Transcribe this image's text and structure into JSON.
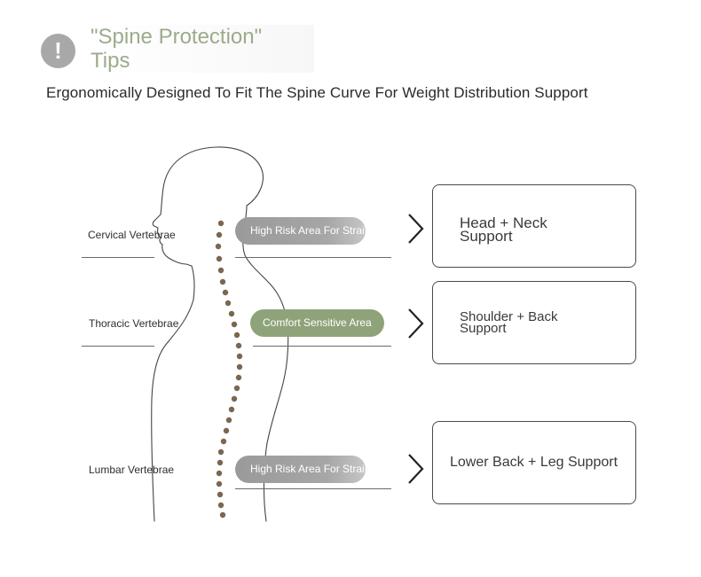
{
  "header": {
    "title_line1": "\"Spine Protection\"",
    "title_line2": "Tips",
    "subtitle": "Ergonomically Designed To Fit The Spine Curve For Weight Distribution Support",
    "icon": "exclamation-icon"
  },
  "vertebrae": {
    "cervical": "Cervical Vertebrae",
    "thoracic": "Thoracic Vertebrae",
    "lumbar": "Lumbar Vertebrae"
  },
  "areas": {
    "cervical": "High Risk Area For Strain",
    "thoracic": "Comfort Sensitive Area",
    "lumbar": "High Risk Area For Strain"
  },
  "supports": {
    "head_line1": "Head + Neck",
    "head_line2": "Support",
    "shoulder_line1": "Shoulder + Back",
    "shoulder_line2": "Support",
    "lower": "Lower Back + Leg Support"
  },
  "colors": {
    "accent": "#9cab8a",
    "comfort_pill": "#8fa37a",
    "risk_pill": "#a3a3a3",
    "spine_dots": "#7b6650"
  }
}
